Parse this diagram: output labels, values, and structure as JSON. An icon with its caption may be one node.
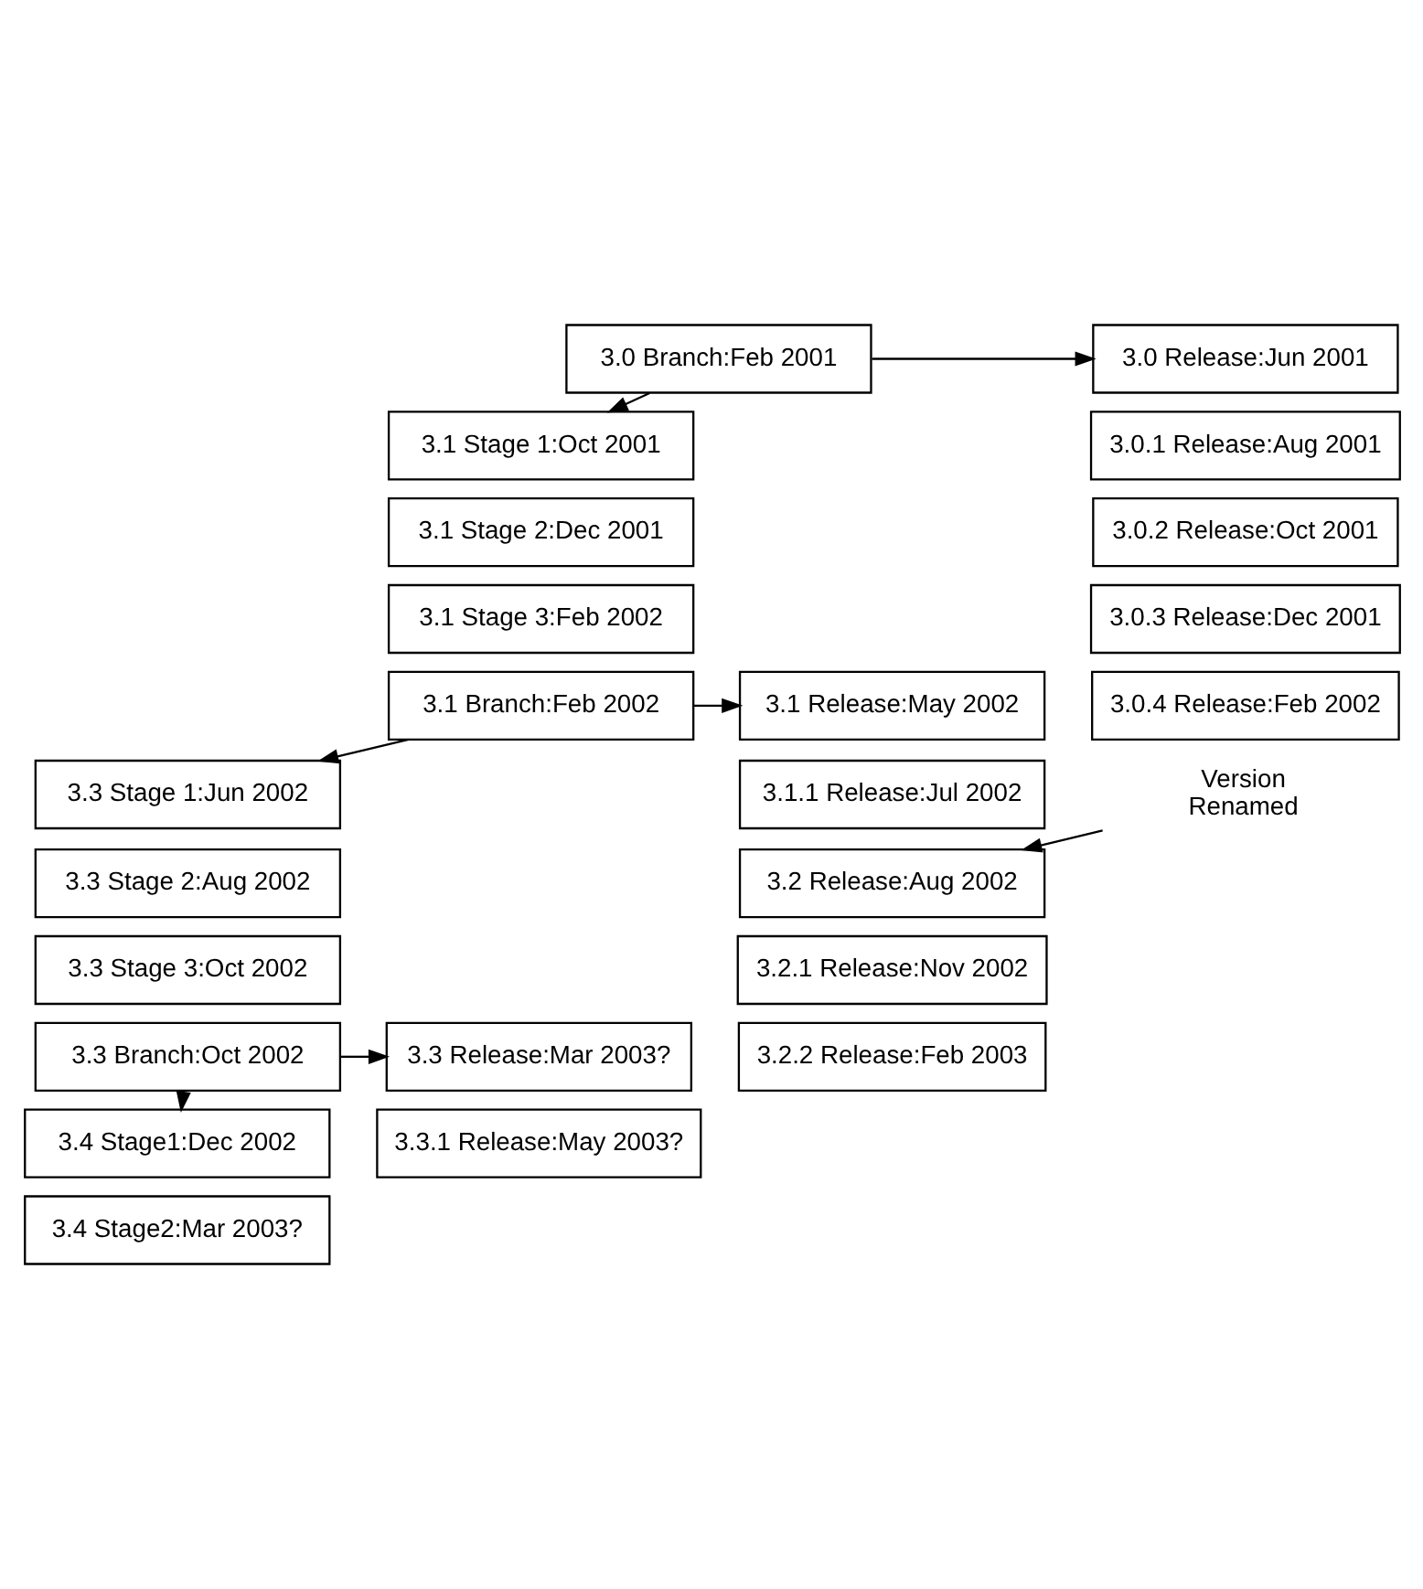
{
  "diagram": {
    "nodes": [
      {
        "text": [
          "3.0 Branch:Feb 2001"
        ]
      },
      {
        "text": [
          "3.0 Release:Jun 2001"
        ]
      },
      {
        "text": [
          "3.0.1 Release:Aug 2001"
        ]
      },
      {
        "text": [
          "3.0.2 Release:Oct 2001"
        ]
      },
      {
        "text": [
          "3.0.3 Release:Dec 2001"
        ]
      },
      {
        "text": [
          "3.0.4 Release:Feb 2002"
        ]
      },
      {
        "text": [
          "3.1 Stage 1:Oct 2001"
        ]
      },
      {
        "text": [
          "3.1 Stage 2:Dec 2001"
        ]
      },
      {
        "text": [
          "3.1 Stage 3:Feb 2002"
        ]
      },
      {
        "text": [
          "3.1 Branch:Feb 2002"
        ]
      },
      {
        "text": [
          "3.1 Release:May 2002"
        ]
      },
      {
        "text": [
          "Version Renamed"
        ]
      },
      {
        "text": [
          "3.1.1 Release:Jul 2002"
        ]
      },
      {
        "text": [
          "3.2 Release:Aug 2002"
        ]
      },
      {
        "text": [
          "3.2.1 Release:Nov 2002"
        ]
      },
      {
        "text": [
          "3.2.2 Release:Feb 2003"
        ]
      },
      {
        "text": [
          "3.3 Stage 1:Jun 2002"
        ]
      },
      {
        "text": [
          "3.3 Stage 2:Aug 2002"
        ]
      },
      {
        "text": [
          "3.3 Stage 3:Oct 2002"
        ]
      },
      {
        "text": [
          "3.3 Branch:Oct 2002"
        ]
      },
      {
        "text": [
          "3.3 Release:Mar 2003?"
        ]
      },
      {
        "text": [
          "3.3.1 Release:May 2003?"
        ]
      },
      {
        "text": [
          "3.4 Stage1:Dec 2002"
        ]
      },
      {
        "text": [
          "3.4 Stage2:Mar 2003?"
        ]
      }
    ],
    "edges": [
      {
        "from": 0,
        "to": 1,
        "arrow": "to"
      },
      {
        "from": 0,
        "to": 6,
        "arrow": "to"
      },
      {
        "from": 9,
        "to": 10,
        "arrow": "to"
      },
      {
        "from": 11,
        "to": 13,
        "arrow": "to"
      },
      {
        "from": 9,
        "to": 16,
        "arrow": "to"
      },
      {
        "from": 19,
        "to": 20,
        "arrow": "to"
      },
      {
        "from": 19,
        "to": 22,
        "arrow": "to"
      }
    ]
  }
}
